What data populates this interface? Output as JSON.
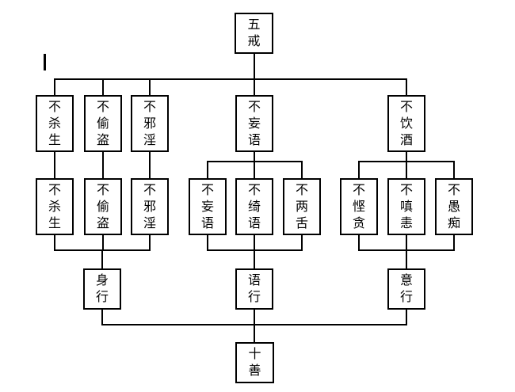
{
  "canvas": {
    "background_color": "#ffffff",
    "line_color": "#000000",
    "text_color": "#000000"
  },
  "nodes": {
    "root": "五戒",
    "precepts": [
      "不杀生",
      "不偷盗",
      "不邪淫",
      "不妄语",
      "不饮酒"
    ],
    "virtues": [
      "不杀生",
      "不偷盗",
      "不邪淫",
      "不妄语",
      "不绮语",
      "不两舌",
      "不悭贪",
      "不嗔恚",
      "不愚痴"
    ],
    "conducts": [
      "身行",
      "语行",
      "意行"
    ],
    "bottom": "十善"
  }
}
